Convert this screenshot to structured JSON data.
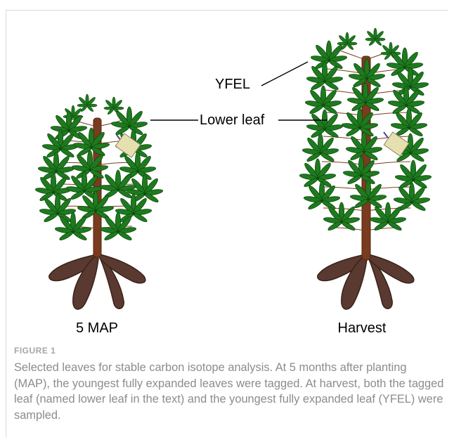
{
  "figure": {
    "labels": {
      "yfel": "YFEL",
      "lower_leaf": "Lower leaf",
      "plant_left": "5 MAP",
      "plant_right": "Harvest"
    },
    "figure_label": "FIGURE 1",
    "caption": "Selected leaves for stable carbon isotope analysis. At 5 months after planting (MAP), the youngest fully expanded leaves were tagged. At harvest, both the tagged leaf (named lower leaf in the text) and the youngest fully expanded leaf (YFEL) were sampled."
  },
  "colors": {
    "leaf": "#1f7a1f",
    "leaf_dark": "#0d4d0d",
    "stem": "#7a3b1e",
    "root": "#5a3a30",
    "tag": "#e6e0b0"
  }
}
